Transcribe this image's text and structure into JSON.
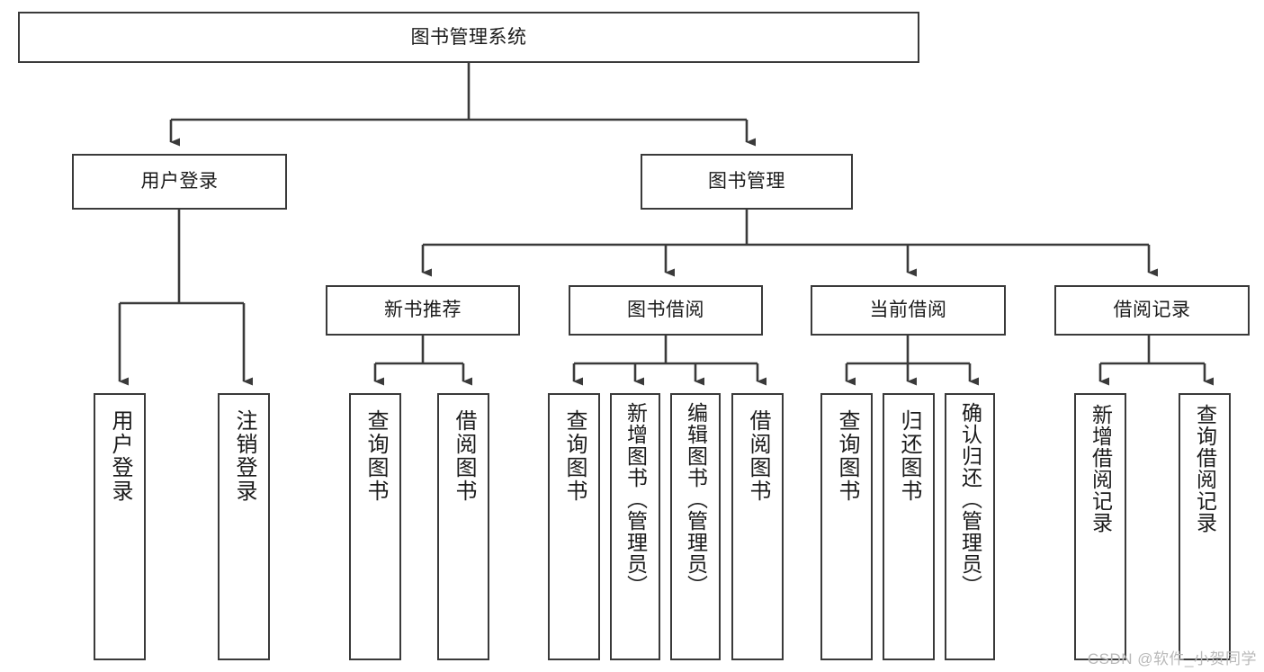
{
  "diagram": {
    "type": "tree-hierarchy",
    "title": "图书管理系统",
    "watermark": "CSDN @软件_小贺同学",
    "colors": {
      "box_border": "#3a3a3a",
      "box_fill": "#ffffff",
      "connector": "#3a3a3a",
      "text": "#1b1b1b",
      "watermark": "#b9b9b9"
    },
    "nodes": {
      "root": {
        "label": "图书管理系统"
      },
      "level2": [
        {
          "id": "user-login",
          "label": "用户登录"
        },
        {
          "id": "book-management",
          "label": "图书管理"
        }
      ],
      "level3": [
        {
          "id": "new-book-recommend",
          "label": "新书推荐"
        },
        {
          "id": "book-borrow",
          "label": "图书借阅"
        },
        {
          "id": "current-borrow",
          "label": "当前借阅"
        },
        {
          "id": "borrow-record",
          "label": "借阅记录"
        }
      ],
      "leaves": {
        "user_login": [
          {
            "id": "leaf-user-login",
            "label": "用户登录"
          },
          {
            "id": "leaf-logout-login",
            "label": "注销登录"
          }
        ],
        "new_book_recommend": [
          {
            "id": "leaf-query-book-1",
            "label": "查询图书"
          },
          {
            "id": "leaf-borrow-book-1",
            "label": "借阅图书"
          }
        ],
        "book_borrow": [
          {
            "id": "leaf-query-book-2",
            "label": "查询图书"
          },
          {
            "id": "leaf-add-book",
            "label": "新增图书（管理员）"
          },
          {
            "id": "leaf-edit-book",
            "label": "编辑图书（管理员）"
          },
          {
            "id": "leaf-borrow-book-2",
            "label": "借阅图书"
          }
        ],
        "current_borrow": [
          {
            "id": "leaf-query-book-3",
            "label": "查询图书"
          },
          {
            "id": "leaf-return-book",
            "label": "归还图书"
          },
          {
            "id": "leaf-confirm-return",
            "label": "确认归还（管理员）"
          }
        ],
        "borrow_record": [
          {
            "id": "leaf-add-record",
            "label": "新增借阅记录"
          },
          {
            "id": "leaf-query-record",
            "label": "查询借阅记录"
          }
        ]
      }
    }
  }
}
